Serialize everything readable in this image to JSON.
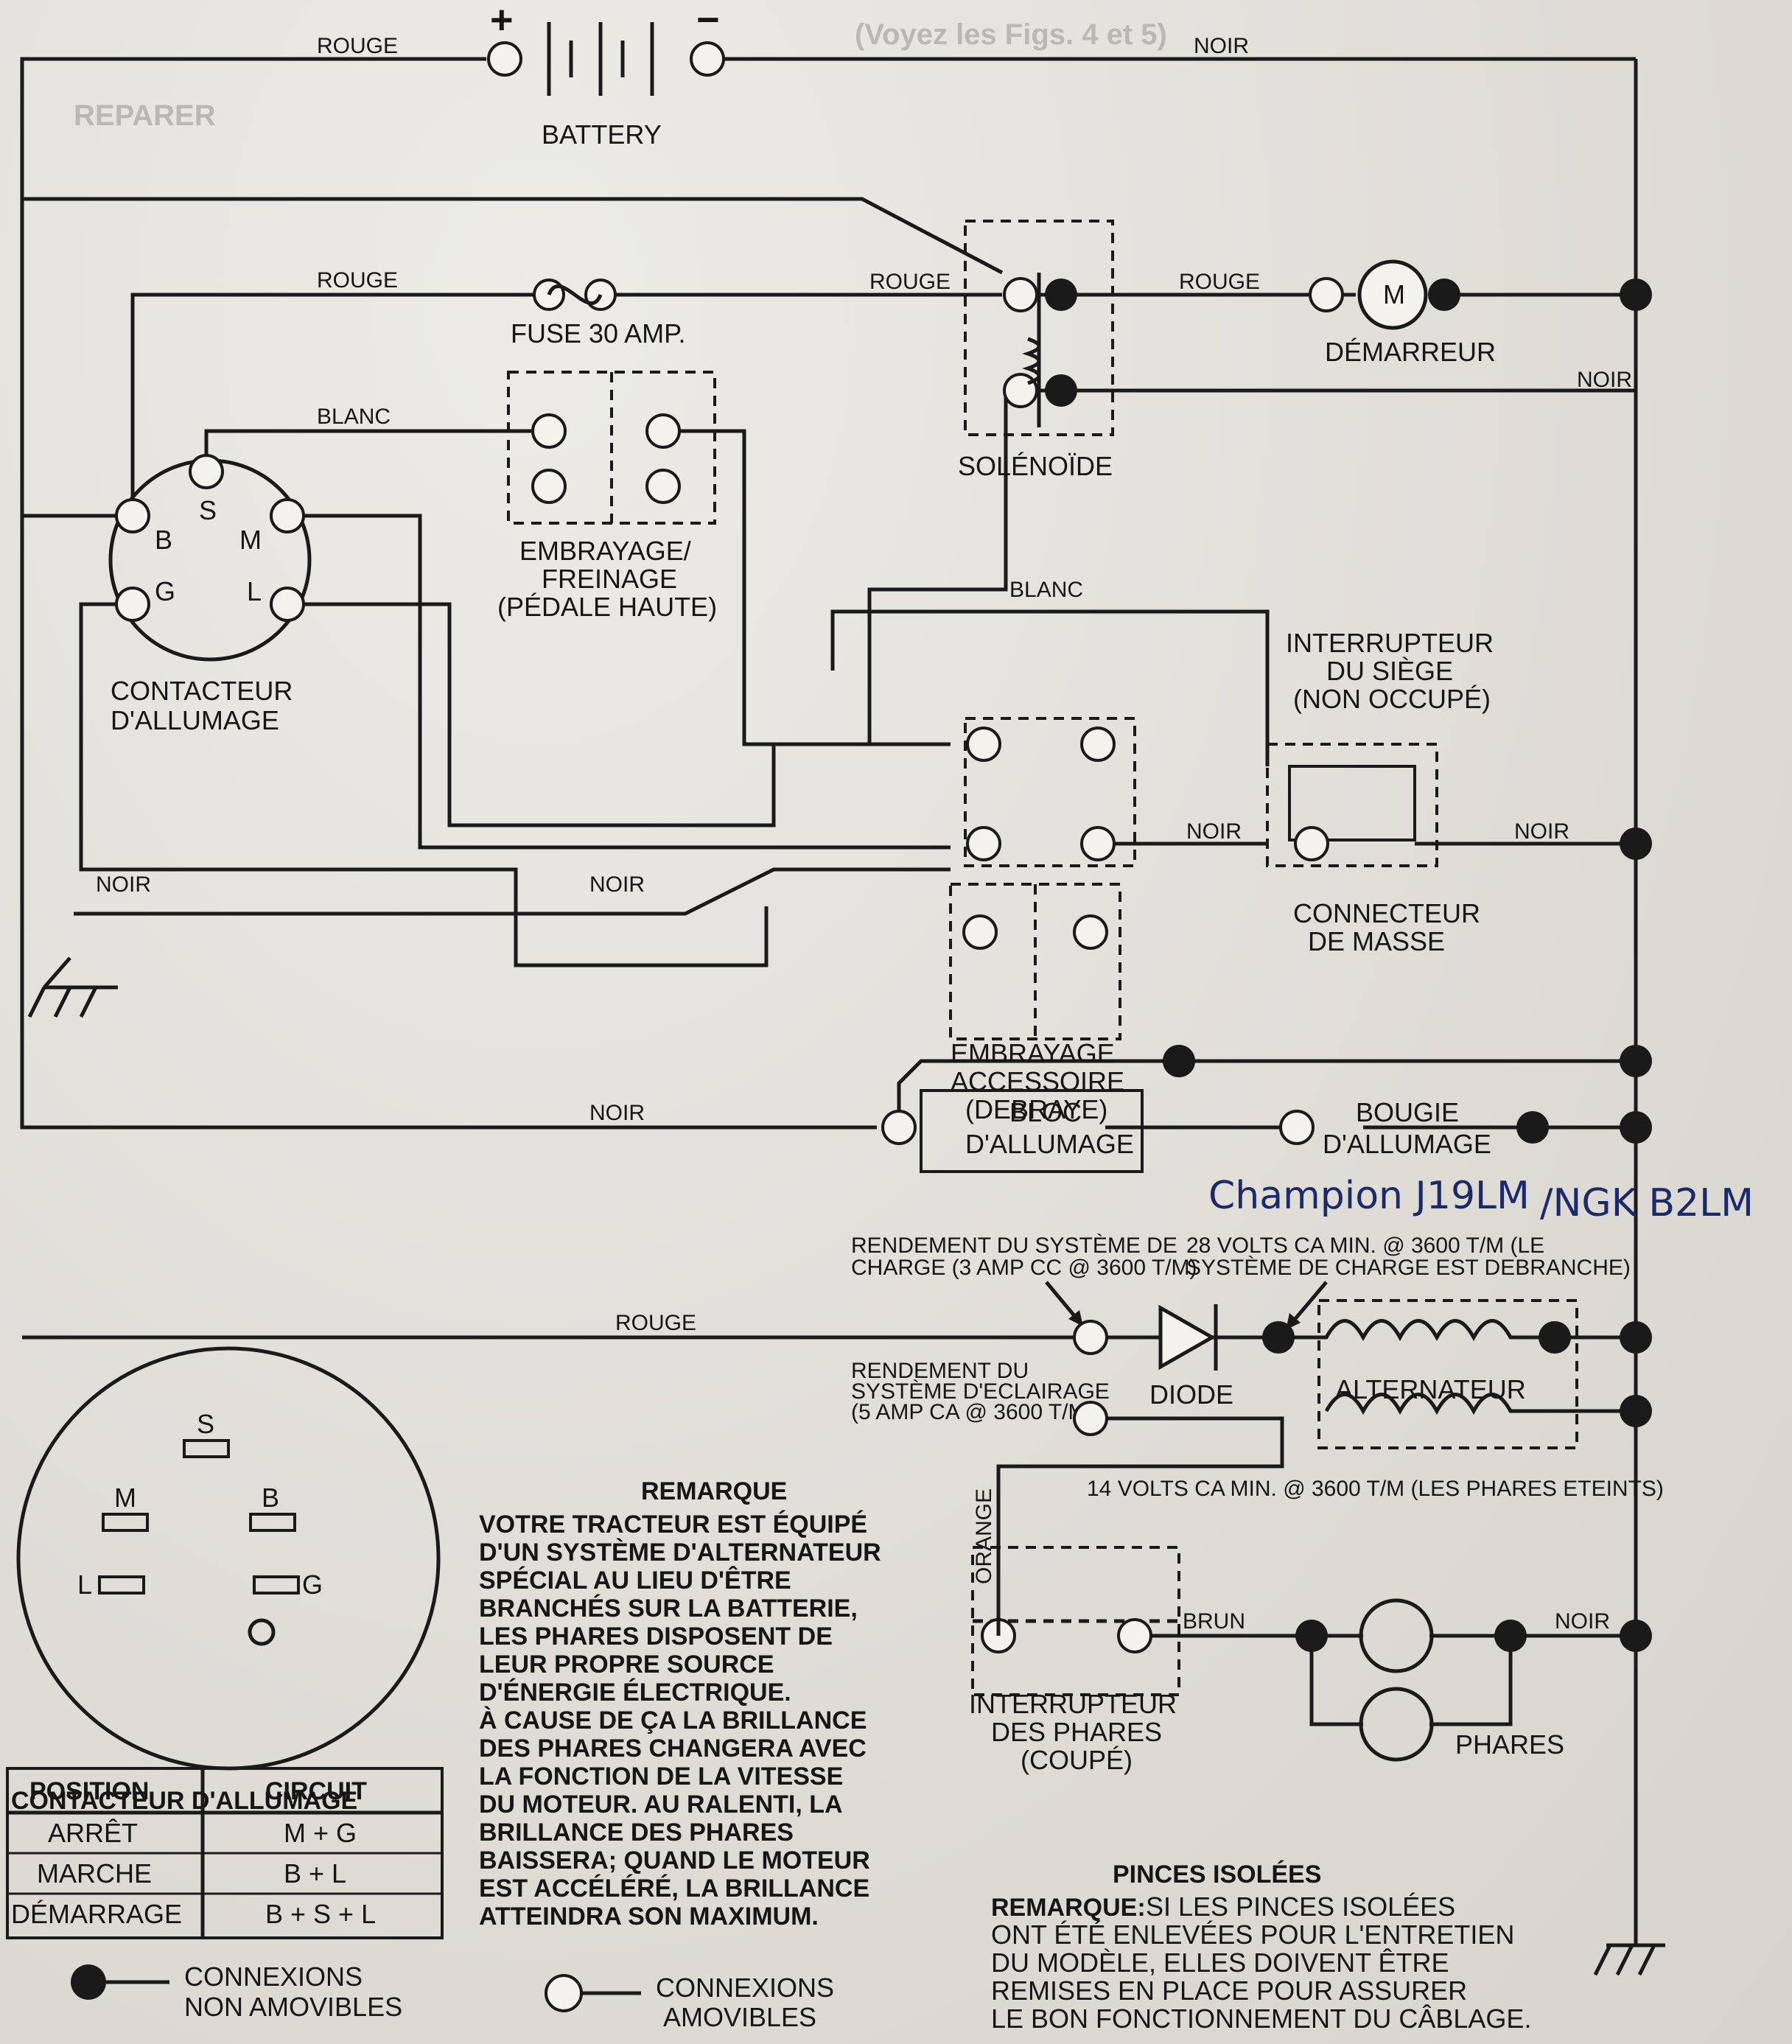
{
  "background_text": {
    "line1": "(Voyez les Figs. 4 et 5)",
    "line2": "REPARER"
  },
  "wire_colors": {
    "rouge": "ROUGE",
    "noir": "NOIR",
    "blanc": "BLANC",
    "brun": "BRUN",
    "orange": "ORANGE"
  },
  "battery": {
    "label": "BATTERY",
    "plus": "+",
    "minus": "−"
  },
  "fuse": {
    "label": "FUSE 30 AMP."
  },
  "ignition_switch": {
    "label_line1": "CONTACTEUR",
    "label_line2": "D'ALLUMAGE",
    "terminals": [
      "S",
      "B",
      "M",
      "G",
      "L"
    ]
  },
  "clutch_brake": {
    "line1": "EMBRAYAGE/",
    "line2": "FREINAGE",
    "line3": "(PÉDALE HAUTE)"
  },
  "solenoid": {
    "label": "SOLÉNOÏDE"
  },
  "starter": {
    "label": "DÉMARREUR",
    "symbol": "M"
  },
  "seat_switch": {
    "line1": "INTERRUPTEUR",
    "line2": "DU SIÈGE",
    "line3": "(NON OCCUPÉ)"
  },
  "pto_clutch": {
    "line1": "EMBRAYAGE",
    "line2": "ACCESSOIRE",
    "line3": "(DEBRAYE)"
  },
  "ground_connector": {
    "line1": "CONNECTEUR",
    "line2": "DE MASSE"
  },
  "ignition_module": {
    "line1": "BLOC",
    "line2": "D'ALLUMAGE"
  },
  "spark_plug": {
    "line1": "BOUGIE",
    "line2": "D'ALLUMAGE"
  },
  "handwriting": {
    "part1": "Champion J19LM",
    "part2": "/NGK B2LM"
  },
  "charge_output": {
    "line1": "RENDEMENT DU SYSTÈME DE",
    "line2": "CHARGE (3 AMP CC @ 3600 T/M)"
  },
  "volts28": {
    "line1": "28 VOLTS CA MIN. @ 3600 T/M (LE",
    "line2": "SYSTÈME DE CHARGE EST DEBRANCHE)"
  },
  "light_output": {
    "line1": "RENDEMENT DU",
    "line2": "SYSTÈME D'ECLAIRAGE",
    "line3": "(5 AMP CA @ 3600 T/M)"
  },
  "diode": {
    "label": "DIODE"
  },
  "alternator": {
    "label": "ALTERNATEUR"
  },
  "volts14": {
    "label": "14 VOLTS CA MIN. @ 3600 T/M (LES PHARES ETEINTS)"
  },
  "light_switch": {
    "line1": "INTERRUPTEUR",
    "line2": "DES PHARES",
    "line3": "(COUPÉ)"
  },
  "headlights": {
    "label": "PHARES"
  },
  "switch_detail": {
    "terminals": [
      "S",
      "M",
      "B",
      "L",
      "G"
    ],
    "title": "CONTACTEUR D'ALLUMAGE"
  },
  "position_table": {
    "headers": [
      "POSITION",
      "CIRCUIT"
    ],
    "rows": [
      [
        "ARRÊT",
        "M + G"
      ],
      [
        "MARCHE",
        "B + L"
      ],
      [
        "DÉMARRAGE",
        "B + S + L"
      ]
    ]
  },
  "remarque": {
    "title": "REMARQUE",
    "lines": [
      "VOTRE TRACTEUR EST ÉQUIPÉ",
      "D'UN SYSTÈME D'ALTERNATEUR",
      "SPÉCIAL AU LIEU D'ÊTRE",
      "BRANCHÉS SUR LA BATTERIE,",
      "LES PHARES DISPOSENT DE",
      "LEUR PROPRE SOURCE",
      "D'ÉNERGIE ÉLECTRIQUE.",
      "À CAUSE DE ÇA LA BRILLANCE",
      "DES PHARES CHANGERA AVEC",
      "LA FONCTION DE LA VITESSE",
      "DU MOTEUR. AU RALENTI, LA",
      "BRILLANCE DES PHARES",
      "BAISSERA; QUAND LE MOTEUR",
      "EST ACCÉLÉRÉ, LA BRILLANCE",
      "ATTEINDRA SON MAXIMUM."
    ]
  },
  "pinces": {
    "title": "PINCES ISOLÉES",
    "lead": "REMARQUE:",
    "lines": [
      "SI LES PINCES ISOLÉES",
      "ONT ÉTÉ ENLEVÉES POUR L'ENTRETIEN",
      "DU MODÈLE, ELLES DOIVENT ÊTRE",
      "REMISES EN PLACE POUR ASSURER",
      "LE BON FONCTIONNEMENT DU CÂBLAGE."
    ]
  },
  "legend": {
    "fixed_line1": "CONNEXIONS",
    "fixed_line2": "NON AMOVIBLES",
    "removable_line1": "CONNEXIONS",
    "removable_line2": "AMOVIBLES"
  }
}
